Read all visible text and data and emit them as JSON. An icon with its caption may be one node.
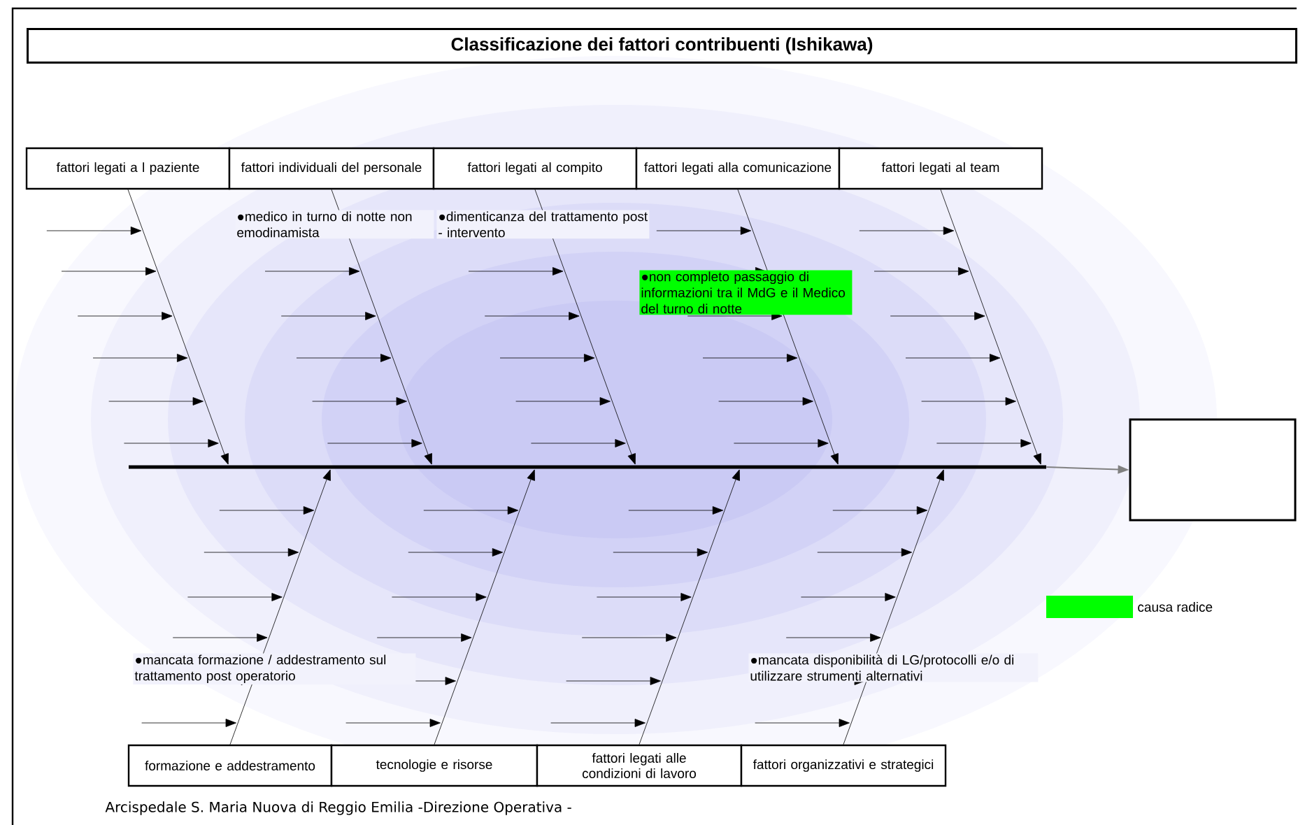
{
  "diagram": {
    "title": "Classificazione dei fattori contribuenti (Ishikawa)",
    "caption": "Arcispedale S. Maria Nuova di Reggio  Emilia -Direzione Operativa -",
    "nodes": [
      {
        "text": [
          "fattori legati a l paziente"
        ]
      },
      {
        "text": [
          "fattori individuali del personale"
        ]
      },
      {
        "text": [
          "fattori legati al compito"
        ]
      },
      {
        "text": [
          "fattori legati alla comunicazione"
        ]
      },
      {
        "text": [
          "fattori legati al team"
        ]
      },
      {
        "text": [],
        "shape": "bar"
      },
      {
        "text": [],
        "shape": "box"
      },
      {
        "text": [
          "formazione e addestramento"
        ]
      },
      {
        "text": [
          "tecnologie e  risorse"
        ]
      },
      {
        "text": [
          "fattori legati alle condizioni di lavoro"
        ]
      },
      {
        "text": [
          "fattori organizzativi e strategici"
        ]
      }
    ],
    "edges": [
      {
        "from": 0,
        "to": 5,
        "arrow": "to"
      },
      {
        "from": 1,
        "to": 5,
        "arrow": "to"
      },
      {
        "from": 2,
        "to": 5,
        "arrow": "to"
      },
      {
        "from": 3,
        "to": 5,
        "arrow": "to"
      },
      {
        "from": 4,
        "to": 5,
        "arrow": "to"
      },
      {
        "from": 5,
        "to": 6,
        "arrow": "to",
        "color": "#808080"
      },
      {
        "from": 7,
        "to": 5,
        "arrow": "to"
      },
      {
        "from": 8,
        "to": 5,
        "arrow": "to"
      },
      {
        "from": 9,
        "to": 5,
        "arrow": "to"
      },
      {
        "from": 10,
        "to": 5,
        "arrow": "to"
      }
    ],
    "labels": [
      "●medico in turno di notte non emodinamista",
      "●dimenticanza del trattamento post - intervento",
      "●non completo passaggio di informazioni tra il MdG e il Medico del turno di notte",
      "●mancata formazione / addestramento sul trattamento post operatorio",
      "●mancata disponibilità di LG/protocolli e/o di utilizzare strumenti alternativi"
    ],
    "legend": [
      {
        "text": "causa radice",
        "color": "#00ff00"
      }
    ]
  }
}
